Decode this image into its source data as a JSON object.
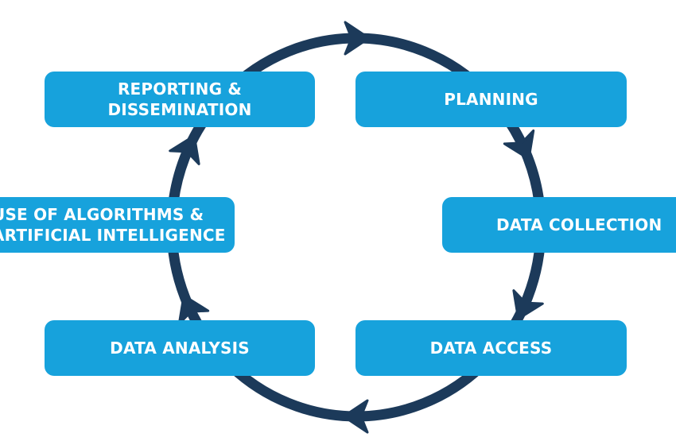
{
  "colors": {
    "box_fill": "#17a2dc",
    "cycle_stroke": "#1c3a5a",
    "label_text": "#ffffff",
    "background": "#ffffff"
  },
  "cycle": {
    "arrow_count": 6,
    "direction": "clockwise",
    "arrow_icon": "chevron-arrow-icon"
  },
  "steps": [
    {
      "id": "planning",
      "label": "PLANNING"
    },
    {
      "id": "collection",
      "label": "DATA COLLECTION"
    },
    {
      "id": "access",
      "label": "DATA ACCESS"
    },
    {
      "id": "analysis",
      "label": "DATA ANALYSIS"
    },
    {
      "id": "ai",
      "label": "USE OF ALGORITHMS &\nARTIFICIAL INTELLIGENCE"
    },
    {
      "id": "reporting",
      "label": "REPORTING &\nDISSEMINATION"
    }
  ]
}
